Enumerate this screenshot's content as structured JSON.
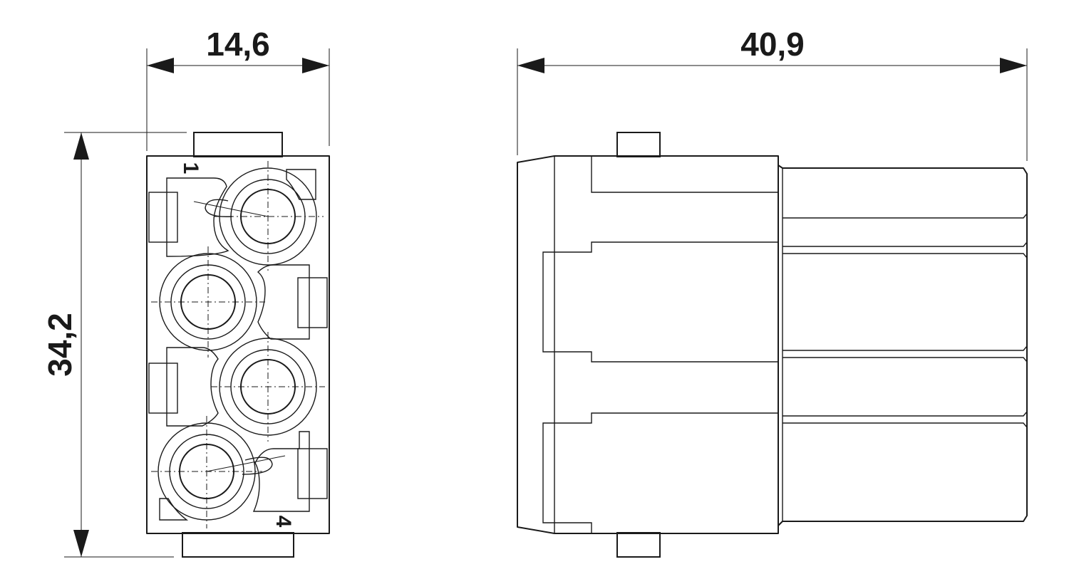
{
  "dimensions": {
    "front_width": "14,6",
    "height": "34,2",
    "side_length": "40,9"
  },
  "pin_labels": {
    "first": "1",
    "last": "4"
  },
  "colors": {
    "line": "#1a1a1a",
    "background": "#ffffff"
  }
}
